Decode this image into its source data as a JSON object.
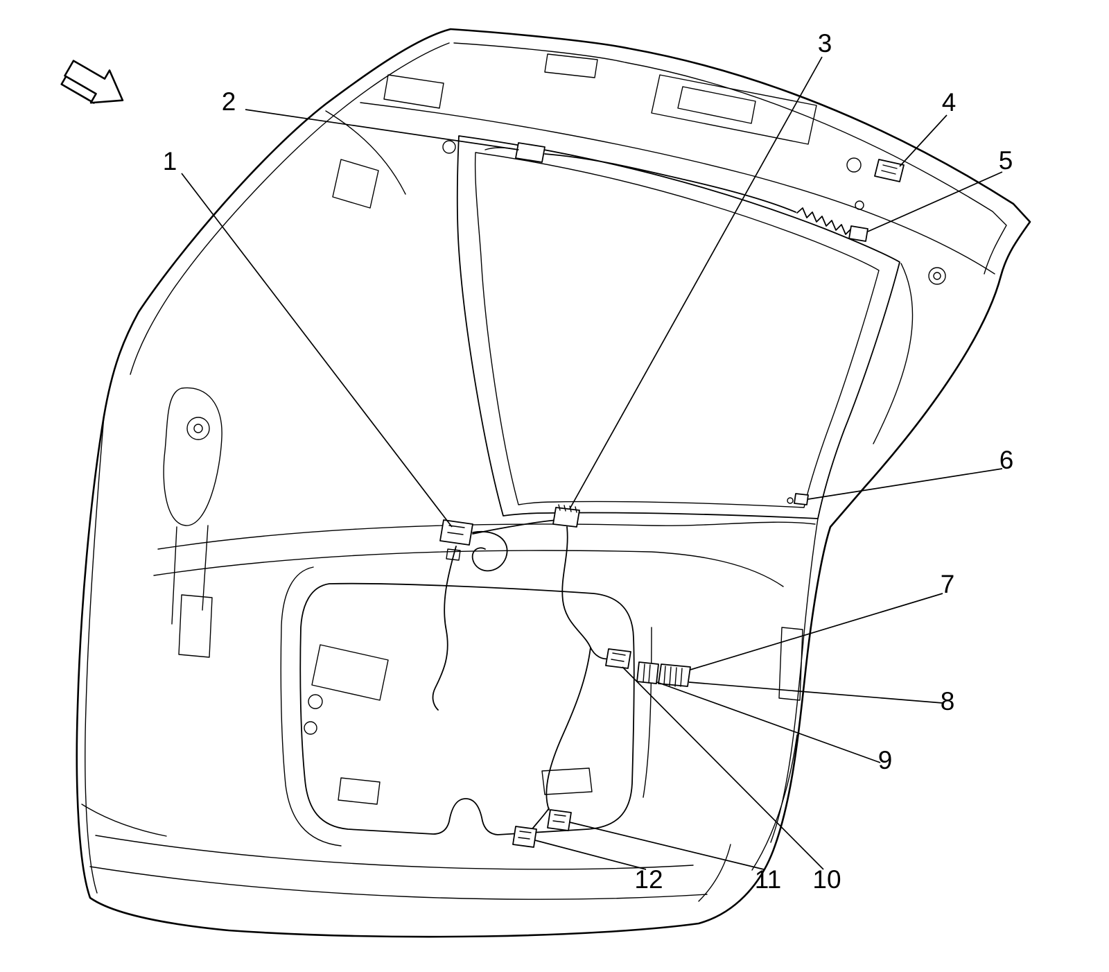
{
  "figure": {
    "description": "Black-and-white service-manual line illustration of a vehicle liftgate (inner side) with wiring harness, connectors and numbered component callouts",
    "colors": {
      "ink": "#000000",
      "background": "#ffffff"
    },
    "icons": [
      {
        "name": "direction-arrow-icon",
        "meaning": "viewing direction indicator"
      }
    ],
    "callouts": [
      {
        "label": "1"
      },
      {
        "label": "2"
      },
      {
        "label": "3"
      },
      {
        "label": "4"
      },
      {
        "label": "5"
      },
      {
        "label": "6"
      },
      {
        "label": "7"
      },
      {
        "label": "8"
      },
      {
        "label": "9"
      },
      {
        "label": "10"
      },
      {
        "label": "11"
      },
      {
        "label": "12"
      }
    ]
  }
}
